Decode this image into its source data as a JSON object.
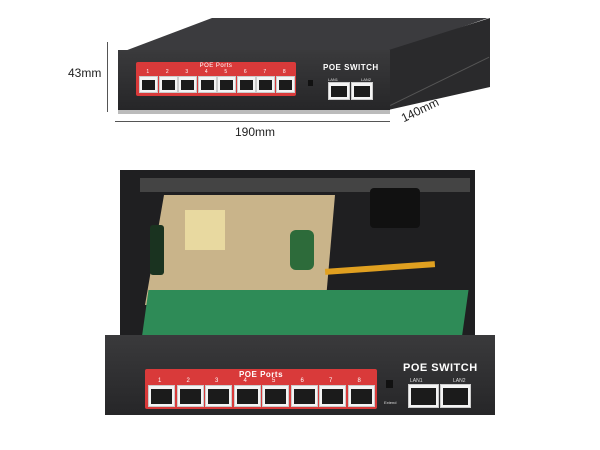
{
  "dimensions": {
    "height": "43mm",
    "width": "190mm",
    "depth": "140mm"
  },
  "top_switch": {
    "brand_label": "POE SWITCH",
    "ports_label": "POE Ports",
    "port_numbers": [
      "1",
      "2",
      "3",
      "4",
      "5",
      "6",
      "7",
      "8"
    ],
    "uplinks": [
      "LAN1",
      "LAN2"
    ]
  },
  "bottom_switch": {
    "brand_label": "POE SWITCH",
    "ports_label": "POE Ports",
    "port_numbers": [
      "1",
      "2",
      "3",
      "4",
      "5",
      "6",
      "7",
      "8"
    ],
    "uplinks": [
      "LAN1",
      "LAN2"
    ],
    "switch_label": "Extend"
  },
  "colors": {
    "panel": "#2c2c2e",
    "accent_red": "#d93a3a",
    "pcb_green": "#2e8b57"
  }
}
